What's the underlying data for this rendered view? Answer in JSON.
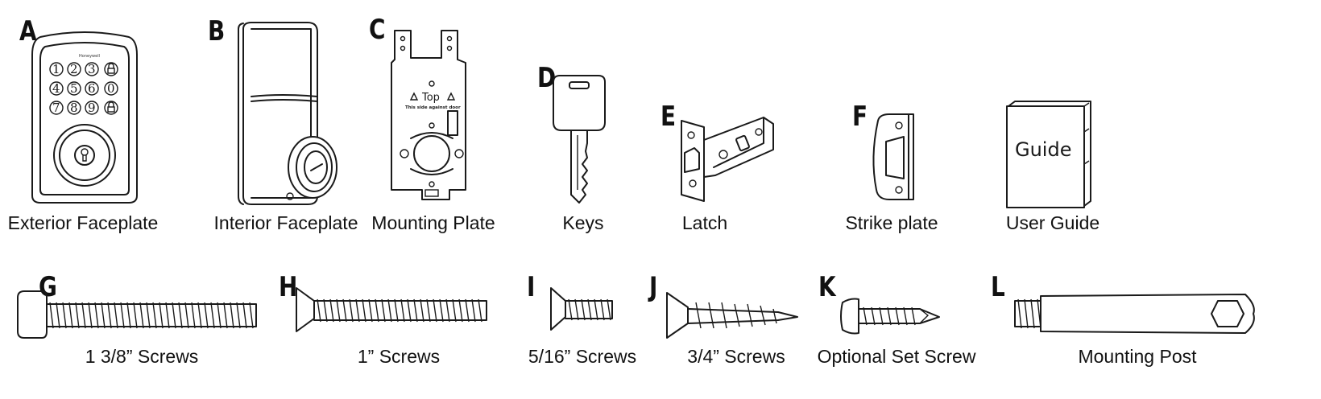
{
  "parts": [
    {
      "letter": "A",
      "label": "Exterior Faceplate"
    },
    {
      "letter": "B",
      "label": "Interior Faceplate"
    },
    {
      "letter": "C",
      "label": "Mounting Plate"
    },
    {
      "letter": "D",
      "label": "Keys"
    },
    {
      "letter": "E",
      "label": "Latch"
    },
    {
      "letter": "F",
      "label": "Strike plate"
    },
    {
      "letter": "",
      "label": "User Guide"
    },
    {
      "letter": "G",
      "label": "1 3/8” Screws"
    },
    {
      "letter": "H",
      "label": "1” Screws"
    },
    {
      "letter": "I",
      "label": "5/16” Screws"
    },
    {
      "letter": "J",
      "label": "3/4” Screws"
    },
    {
      "letter": "K",
      "label": "Optional Set Screw"
    },
    {
      "letter": "L",
      "label": "Mounting Post"
    }
  ],
  "keypad_keys": [
    "1",
    "2",
    "3",
    "",
    "4",
    "5",
    "6",
    "0",
    "7",
    "8",
    "9",
    ""
  ],
  "faceplate_brand": "Honeywell",
  "mounting_plate_text": {
    "top": "Top",
    "note": "This side against door"
  },
  "guide_cover_text": "Guide"
}
